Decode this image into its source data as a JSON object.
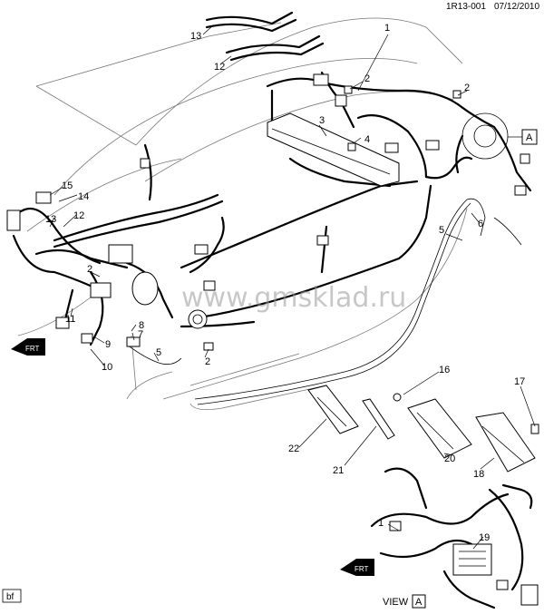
{
  "header": {
    "ref": "1R13-001",
    "date": "07/12/2010"
  },
  "watermark": "www.gmsklad.ru",
  "footer": {
    "code": "bf",
    "view_label": "VIEW",
    "view_letter": "A"
  },
  "front_arrow_text": "FRT",
  "view_marker": "A",
  "callouts": [
    "1",
    "2",
    "2",
    "2",
    "2",
    "3",
    "4",
    "5",
    "5",
    "6",
    "7",
    "8",
    "9",
    "10",
    "11",
    "12",
    "12",
    "13",
    "13",
    "14",
    "15",
    "16",
    "17",
    "18",
    "19",
    "20",
    "21",
    "22",
    "1"
  ],
  "colors": {
    "ink": "#000000",
    "body_line": "#777777",
    "watermark": "#9a9a9a"
  }
}
